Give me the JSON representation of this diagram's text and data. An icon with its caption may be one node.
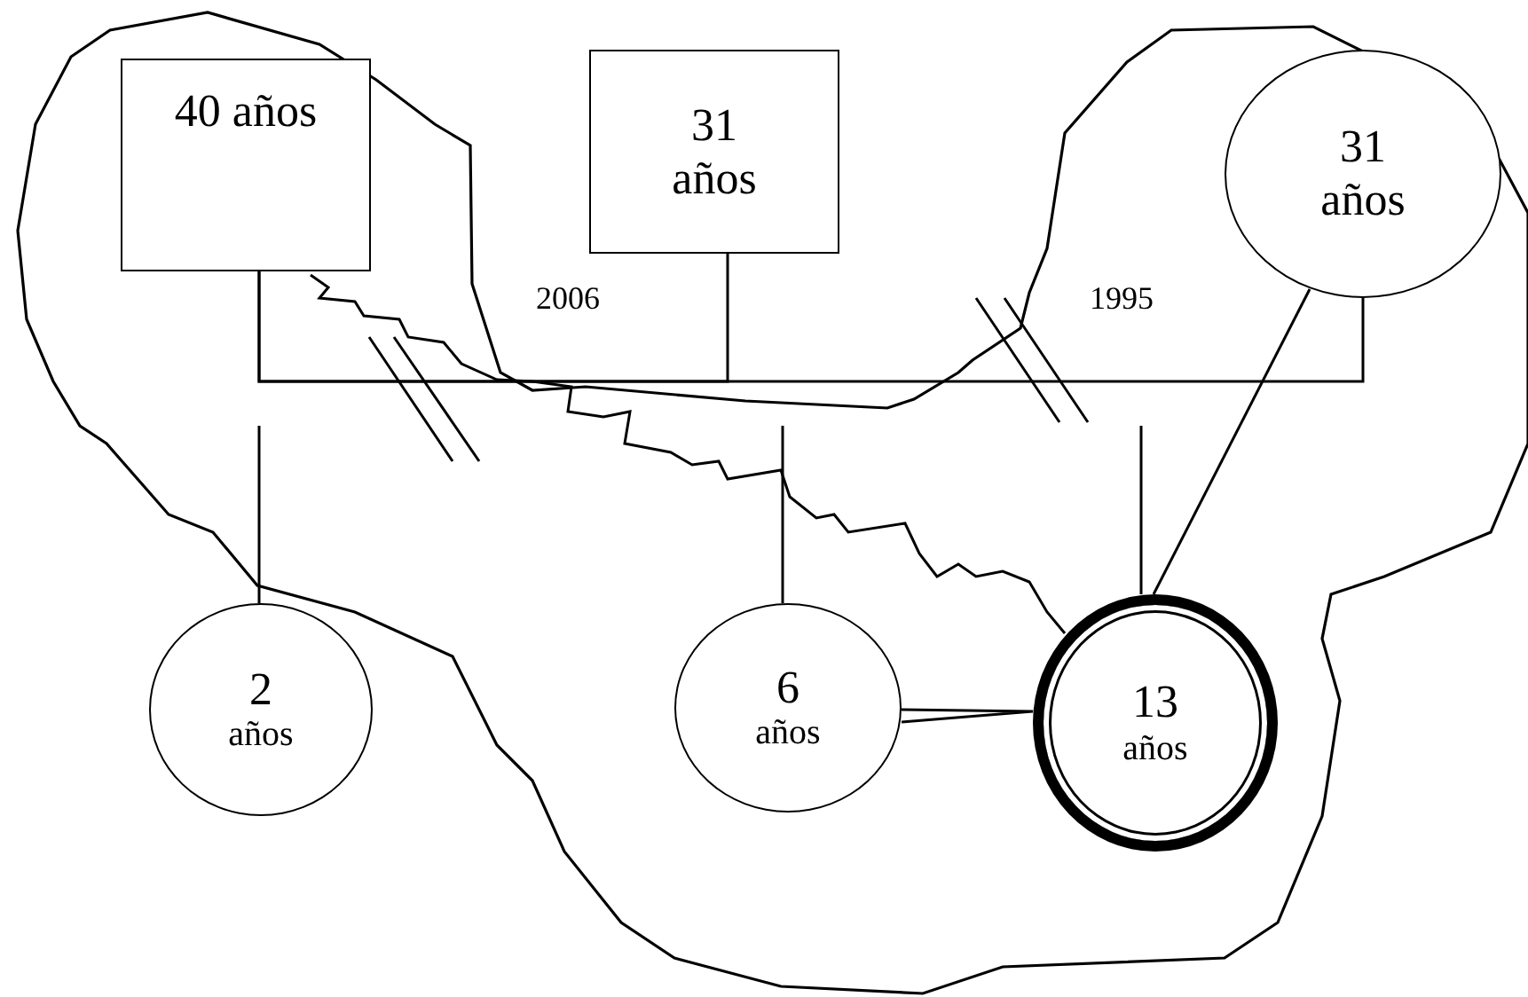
{
  "diagram": {
    "nodes": [
      {
        "text": [
          "40 años"
        ]
      },
      {
        "text": [
          "31 años"
        ]
      },
      {
        "text": [
          "31 años"
        ]
      },
      {
        "text": [
          "2",
          "años"
        ]
      },
      {
        "text": [
          "6",
          "años"
        ]
      },
      {
        "text": [
          "13",
          "años"
        ]
      }
    ],
    "edges": [
      {
        "from": 0,
        "to": 1,
        "arrow": "none",
        "label": "2006"
      },
      {
        "from": 0,
        "to": 2,
        "arrow": "none",
        "label": "1995"
      },
      {
        "from": null,
        "to": 3,
        "arrow": "none"
      },
      {
        "from": null,
        "to": 4,
        "arrow": "none"
      },
      {
        "from": null,
        "to": 5,
        "arrow": "none"
      },
      {
        "from": 2,
        "to": 5,
        "arrow": "none"
      },
      {
        "from": 4,
        "to": 5,
        "arrow": "none"
      },
      {
        "from": 0,
        "to": 5,
        "arrow": "none"
      }
    ]
  }
}
